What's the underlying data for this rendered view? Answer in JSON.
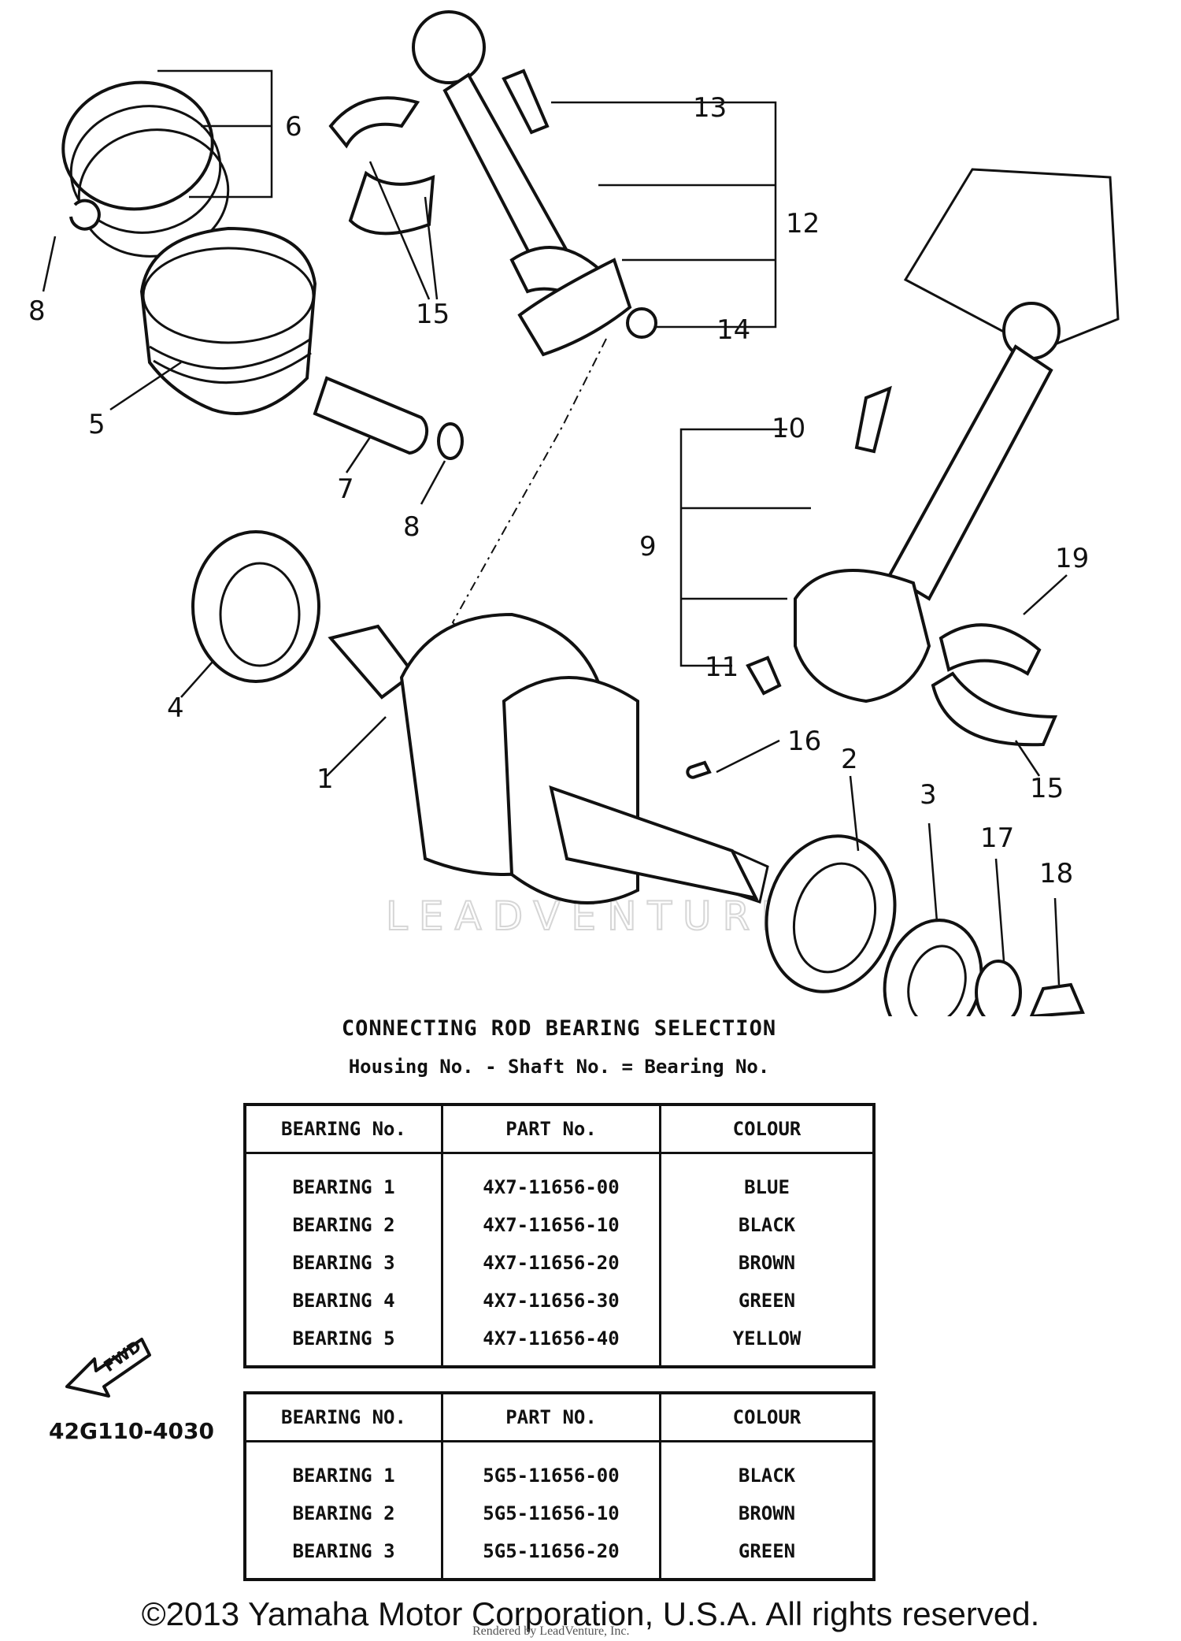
{
  "callouts": [
    "1",
    "2",
    "3",
    "4",
    "5",
    "6",
    "7",
    "8",
    "8",
    "9",
    "10",
    "11",
    "12",
    "13",
    "14",
    "15",
    "15",
    "16",
    "17",
    "18",
    "19"
  ],
  "watermark": "LEADVENTURE",
  "selection": {
    "title": "CONNECTING ROD BEARING SELECTION",
    "formula": "Housing No. - Shaft No. = Bearing No."
  },
  "table_a": {
    "headers": [
      "BEARING No.",
      "PART No.",
      "COLOUR"
    ],
    "rows": [
      [
        "BEARING 1",
        "4X7-11656-00",
        "BLUE"
      ],
      [
        "BEARING 2",
        "4X7-11656-10",
        "BLACK"
      ],
      [
        "BEARING 3",
        "4X7-11656-20",
        "BROWN"
      ],
      [
        "BEARING 4",
        "4X7-11656-30",
        "GREEN"
      ],
      [
        "BEARING 5",
        "4X7-11656-40",
        "YELLOW"
      ]
    ]
  },
  "table_b": {
    "headers": [
      "BEARING NO.",
      "PART NO.",
      "COLOUR"
    ],
    "rows": [
      [
        "BEARING 1",
        "5G5-11656-00",
        "BLACK"
      ],
      [
        "BEARING 2",
        "5G5-11656-10",
        "BROWN"
      ],
      [
        "BEARING 3",
        "5G5-11656-20",
        "GREEN"
      ]
    ]
  },
  "fwd_label": "FWD",
  "figure_code": "42G110-4030",
  "copyright": "©2013 Yamaha Motor Corporation, U.S.A. All rights reserved.",
  "rendered_by": "Rendered by LeadVenture, Inc."
}
